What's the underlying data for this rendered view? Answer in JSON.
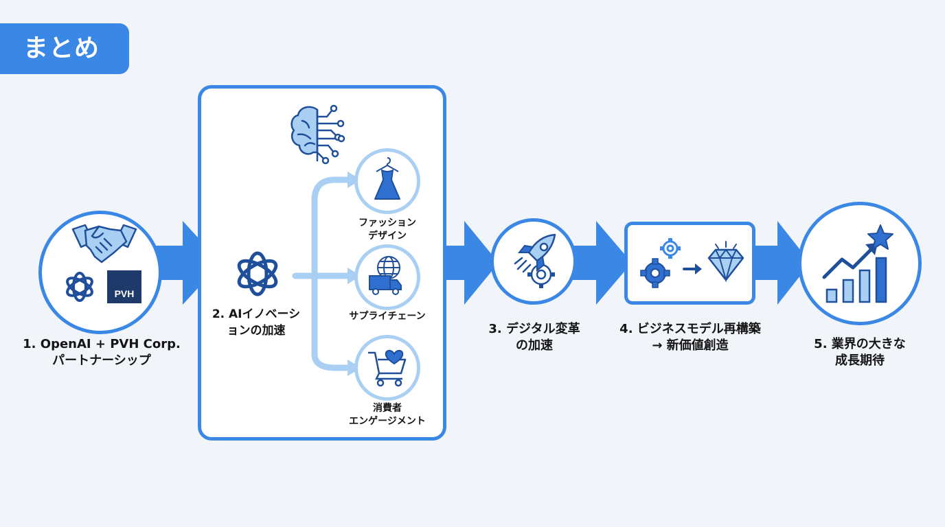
{
  "title": "まとめ",
  "stages": [
    {
      "label_lines": [
        "1. OpenAI + PVH Corp.",
        "パートナーシップ"
      ],
      "pvh_logo_text": "PVH"
    },
    {
      "label_lines": [
        "2. AIイノベーシ",
        "ョンの加速"
      ]
    },
    {
      "label_lines": [
        "3. デジタル変革",
        "の加速"
      ]
    },
    {
      "label_lines": [
        "4. ビジネスモデル再構築",
        "→ 新価値創造"
      ]
    },
    {
      "label_lines": [
        "5. 業界の大きな",
        "成長期待"
      ]
    }
  ],
  "branches": [
    {
      "label_lines": [
        "ファッション",
        "デザイン"
      ],
      "icon": "dress-icon"
    },
    {
      "label_lines": [
        "サプライチェーン"
      ],
      "icon": "globe-truck-icon"
    },
    {
      "label_lines": [
        "消費者",
        "エンゲージメント"
      ],
      "icon": "cart-heart-icon"
    }
  ],
  "colors": {
    "primary": "#3a87e6",
    "dark": "#1f4f9a",
    "light": "#a9cff3",
    "background": "#f1f4f9"
  }
}
